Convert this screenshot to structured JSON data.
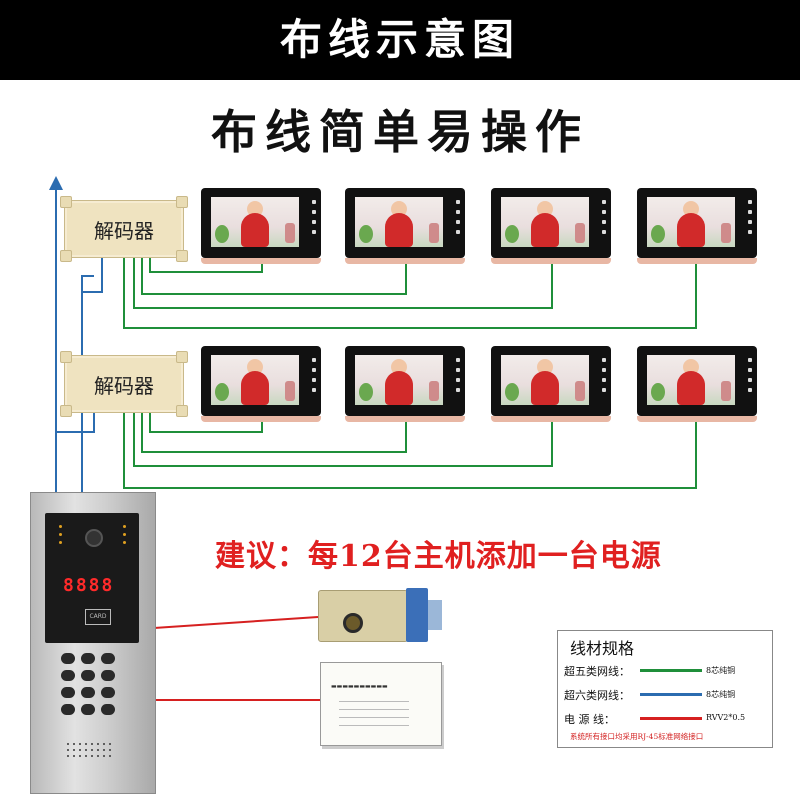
{
  "header": {
    "title": "布线示意图"
  },
  "subtitle": "布线简单易操作",
  "decoders": [
    {
      "label": "解码器"
    },
    {
      "label": "解码器"
    }
  ],
  "door_panel": {
    "display": "8888",
    "card_label": "CARD"
  },
  "advice": "建议：每12台主机添加一台电源",
  "legend": {
    "title": "线材规格",
    "rows": [
      {
        "label": "超五类网线：",
        "spec": "8芯纯铜",
        "color": "#1f8f3a"
      },
      {
        "label": "超六类网线：",
        "spec": "8芯纯铜",
        "color": "#2b6cb0"
      },
      {
        "label": "电   源   线：",
        "spec": "RVV2*0.5",
        "color": "#d62020"
      }
    ],
    "note": "系统所有接口均采用RJ-45标准网络接口"
  },
  "colors": {
    "network_cat5": "#1f8f3a",
    "network_cat6": "#2b6cb0",
    "power": "#d62020"
  }
}
